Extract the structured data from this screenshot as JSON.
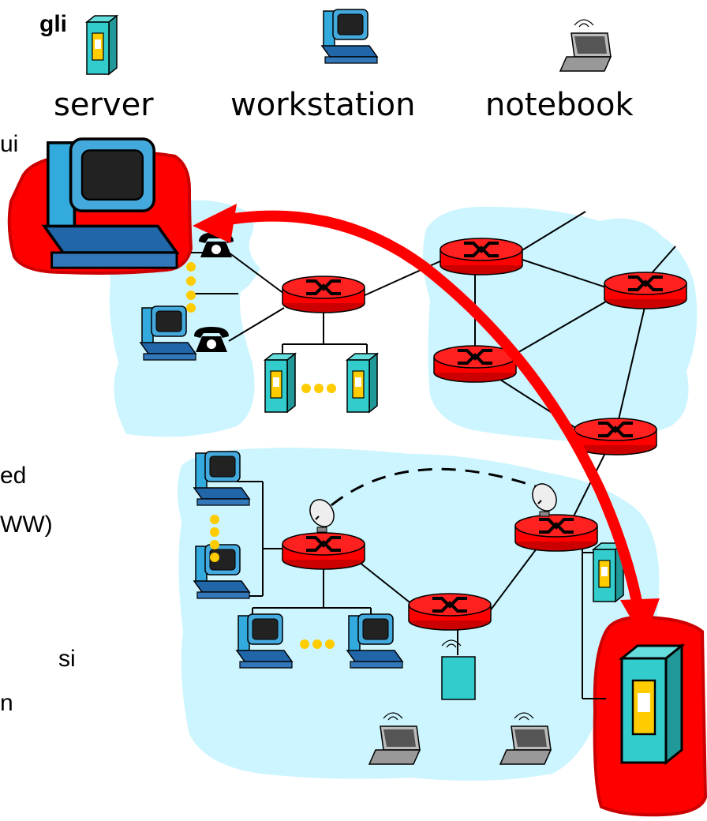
{
  "left_text": {
    "l1": "gli",
    "l2": "ui",
    "l3": "ed",
    "l4": "WW)",
    "l5": "si",
    "l6": "n"
  },
  "legend": {
    "server": "server",
    "workstation": "workstation",
    "notebook": "notebook"
  },
  "colors": {
    "cloud": "#ccf5ff",
    "router": "#ff0000",
    "highlight": "#ff0000",
    "server": "#33cccc",
    "server_panel": "#ffcc00",
    "dots": "#ffcc00"
  }
}
